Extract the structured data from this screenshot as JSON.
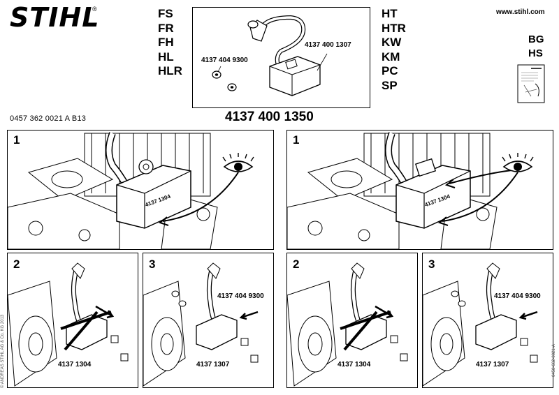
{
  "brand": "STIHL",
  "brand_mark": "®",
  "models_left": [
    "FS",
    "FR",
    "FH",
    "HL",
    "HLR"
  ],
  "models_right": [
    "HT",
    "HTR",
    "KW",
    "KM",
    "PC",
    "SP"
  ],
  "website": "www.stihl.com",
  "languages": [
    "BG",
    "HS"
  ],
  "document_number": "0457 362 0021 A  B13",
  "main_part_number": "4137 400 1350",
  "kit": {
    "part_spacer": "4137 404 9300",
    "part_module": "4137 400 1307"
  },
  "steps": {
    "left": [
      {
        "number": "1",
        "module_label": "4137 1304"
      },
      {
        "number": "2",
        "part_number": "4137 1304"
      },
      {
        "number": "3",
        "part_spacer": "4137 404 9300",
        "part_number": "4137 1307"
      }
    ],
    "right": [
      {
        "number": "1",
        "module_label": "4137 1304"
      },
      {
        "number": "2",
        "part_number": "4137 1304"
      },
      {
        "number": "3",
        "part_spacer": "4137 404 9300",
        "part_number": "4137 1307"
      }
    ]
  },
  "side_text_left": "© ANDREAS STIHL AG & Co. KG 2013",
  "side_text_right": "0458-662-0021-A"
}
